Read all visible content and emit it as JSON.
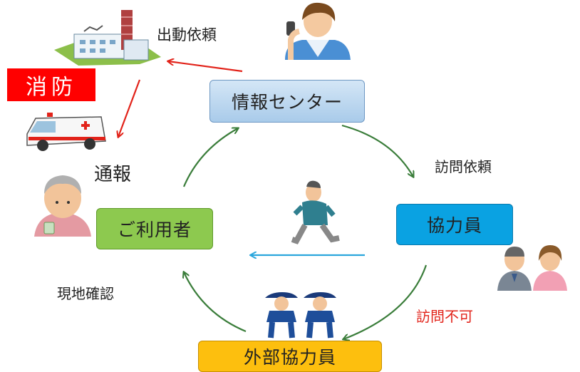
{
  "nodes": {
    "center": "情報センター",
    "cooperator": "協力員",
    "user": "ご利用者",
    "external": "外部協力員"
  },
  "labels": {
    "dispatch": "出動依頼",
    "fire": "消防",
    "notify": "通報",
    "visit_request": "訪問依頼",
    "site_check": "現地確認",
    "visit_impossible": "訪問不可"
  },
  "colors": {
    "center_box": "#a9cbea",
    "cooperator_box": "#0aa2e2",
    "user_box": "#8dc94f",
    "external_box": "#fdbf0e",
    "fire_box": "#ff0000",
    "cycle_arrow": "#3a7d3a",
    "emergency_arrow": "#e2231a",
    "return_arrow": "#2aa6dc"
  },
  "icons": [
    "fire-station-icon",
    "ambulance-icon",
    "operator-icon",
    "elderly-user-icon",
    "walking-man-icon",
    "cooperators-icon",
    "police-officer-icon"
  ]
}
